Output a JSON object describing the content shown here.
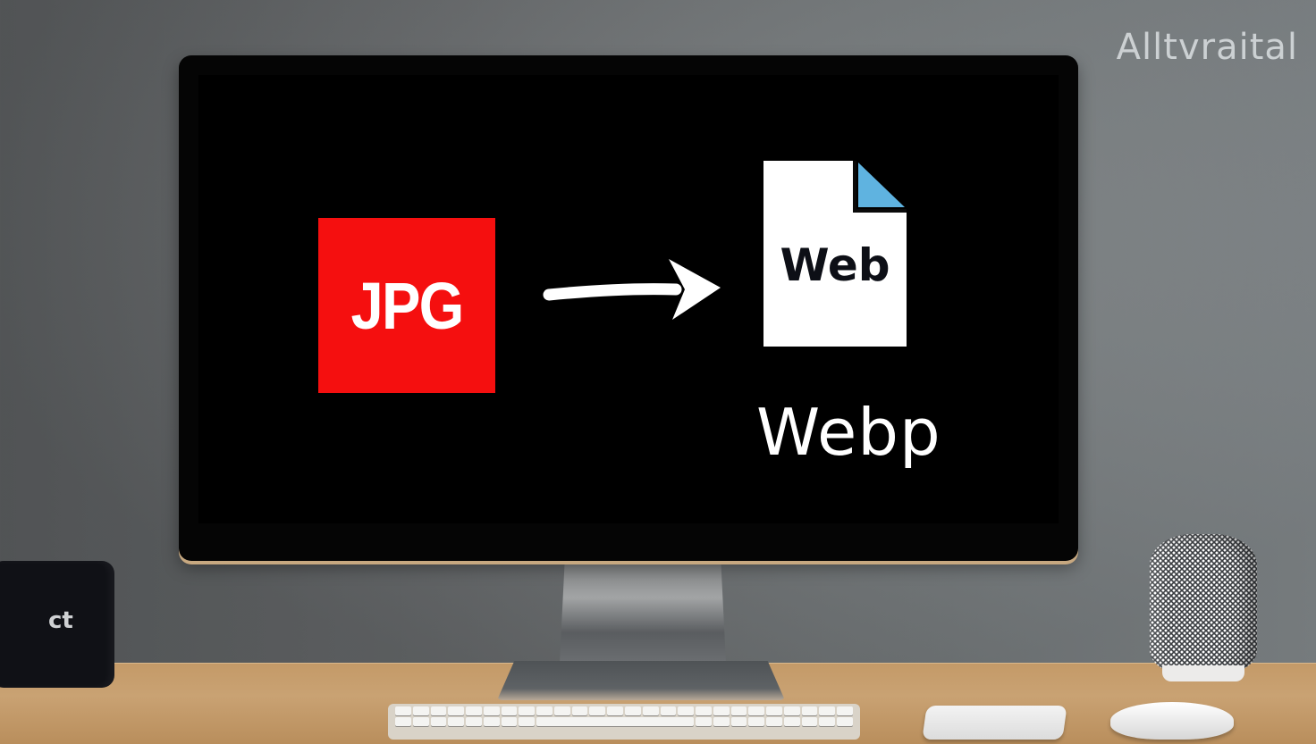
{
  "watermark": {
    "text": "Alltvraital"
  },
  "screen": {
    "source_format": {
      "label": "JPG",
      "tile_color": "#f50f0f"
    },
    "arrow": {
      "direction": "right",
      "color": "#ffffff"
    },
    "target_format": {
      "icon_label": "Web",
      "caption": "Webp",
      "page_color": "#ffffff",
      "fold_color": "#5fb3e0"
    }
  },
  "desk_items": {
    "box_logo": "ct",
    "keyboard": "keyboard",
    "trackpad": "trackpad",
    "mouse": "mouse",
    "speaker": "speaker"
  },
  "colors": {
    "wall": "#6c6f71",
    "desk": "#c49a68",
    "screen_bg": "#000000"
  }
}
